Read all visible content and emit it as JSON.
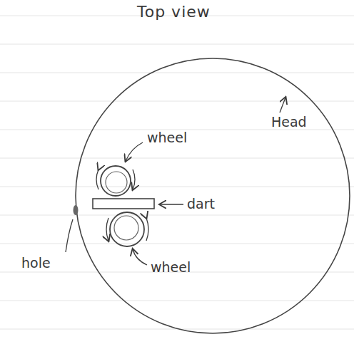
{
  "diagram": {
    "title": "Top view",
    "labels": [
      "wheel",
      "dart",
      "wheel",
      "hole",
      "Head"
    ]
  }
}
